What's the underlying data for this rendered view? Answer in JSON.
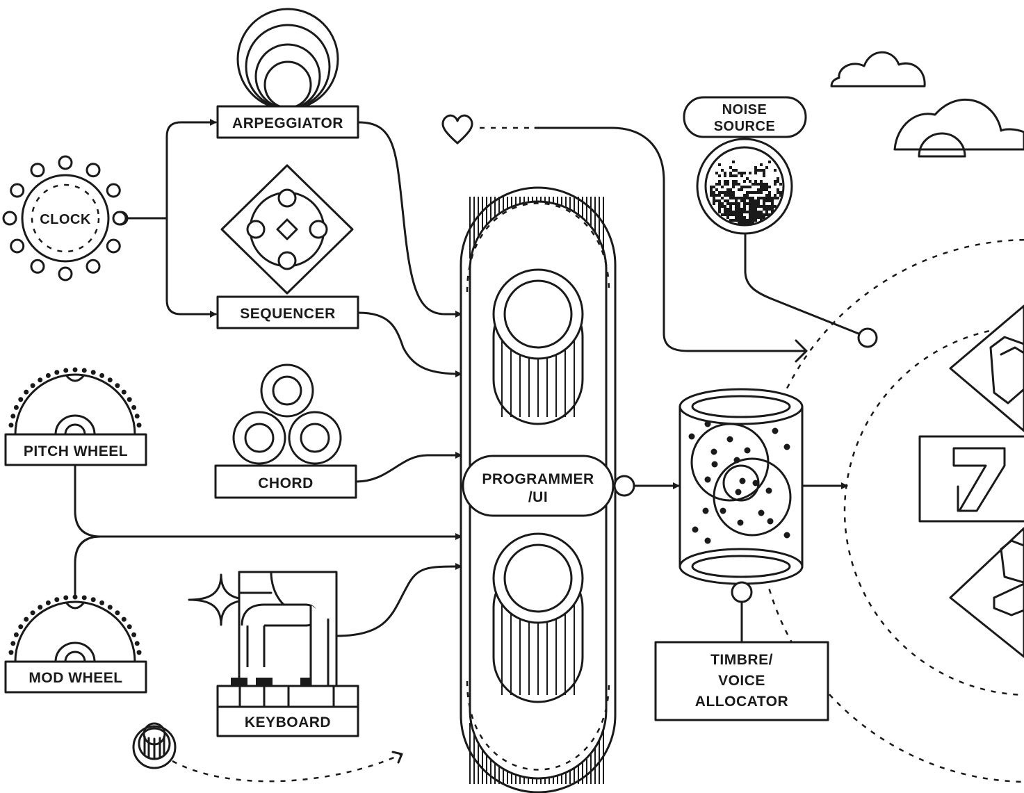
{
  "nodes": {
    "clock": "CLOCK",
    "arpeggiator": "ARPEGGIATOR",
    "sequencer": "SEQUENCER",
    "chord": "CHORD",
    "pitch_wheel": "PITCH WHEEL",
    "mod_wheel": "MOD WHEEL",
    "keyboard": "KEYBOARD",
    "programmer_line1": "PROGRAMMER",
    "programmer_line2": "/UI",
    "noise_line1": "NOISE",
    "noise_line2": "SOURCE",
    "timbre_line1": "TIMBRE/",
    "timbre_line2": "VOICE",
    "timbre_line3": "ALLOCATOR"
  },
  "colors": {
    "ink": "#1a1a1a",
    "paper": "#ffffff"
  }
}
